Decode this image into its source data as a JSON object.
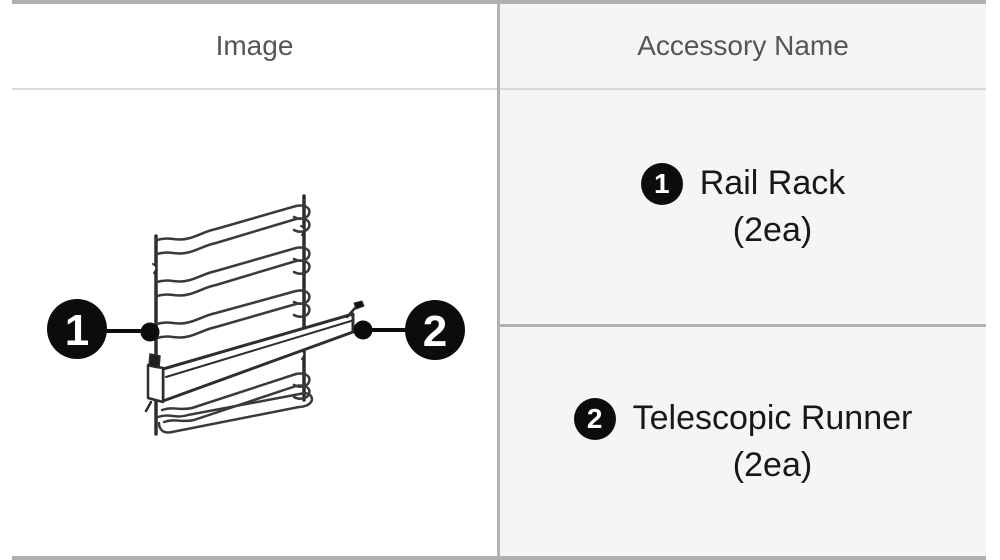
{
  "header": {
    "image_col": "Image",
    "name_col": "Accessory Name"
  },
  "rows": [
    {
      "num": "1",
      "name": "Rail Rack",
      "qty": "(2ea)"
    },
    {
      "num": "2",
      "name": "Telescopic Runner",
      "qty": "(2ea)"
    }
  ],
  "figure": {
    "callout_1": "1",
    "callout_2": "2"
  },
  "colors": {
    "table_border": "#b0b0b2",
    "column_divider": "#b2b2b4",
    "header_divider": "#d9d9da",
    "row_divider": "#b2b2b4",
    "cell_bg": "#f5f5f6",
    "header_text": "#56565a",
    "body_text": "#18181a",
    "badge_bg": "#0c0c0c",
    "badge_text": "#ffffff",
    "line_art": "#2e2e30"
  }
}
